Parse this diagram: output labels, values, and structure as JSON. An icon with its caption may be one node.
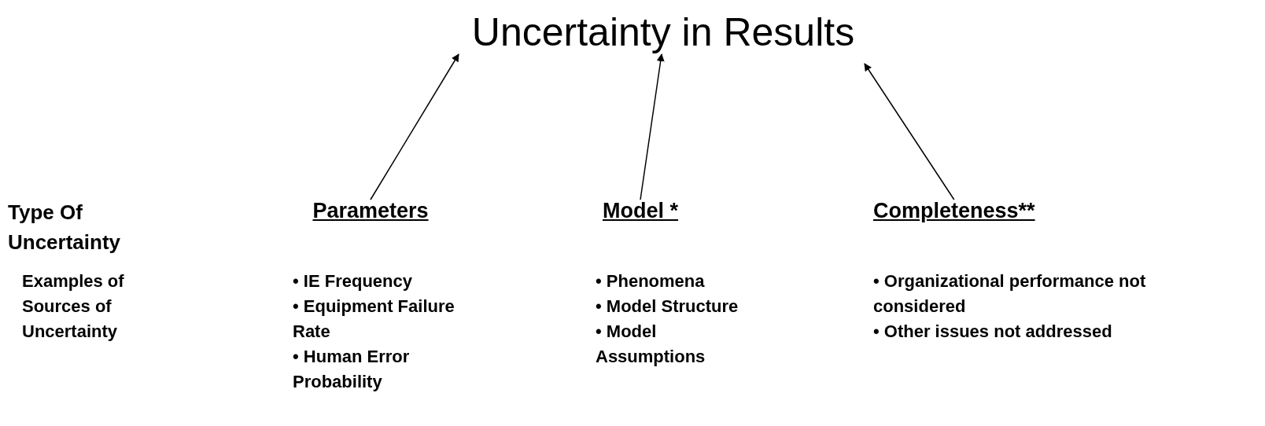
{
  "diagram": {
    "nodes": [
      {
        "text": [
          "Uncertainty in Results"
        ]
      },
      {
        "text": [
          "Parameters"
        ]
      },
      {
        "text": [
          "Model *"
        ]
      },
      {
        "text": [
          "Completeness**"
        ]
      }
    ],
    "edges": [
      {
        "from": 1,
        "to": 0,
        "arrow": "to"
      },
      {
        "from": 2,
        "to": 0,
        "arrow": "to"
      },
      {
        "from": 3,
        "to": 0,
        "arrow": "to"
      }
    ],
    "labels": [
      "Type Of Uncertainty",
      "Examples of Sources of Uncertainty",
      "• IE Frequency",
      "• Equipment Failure Rate",
      "• Human Error Probability",
      "• Phenomena",
      "• Model Structure",
      "• Model Assumptions",
      "• Organizational performance not considered",
      "• Other issues not addressed"
    ]
  }
}
